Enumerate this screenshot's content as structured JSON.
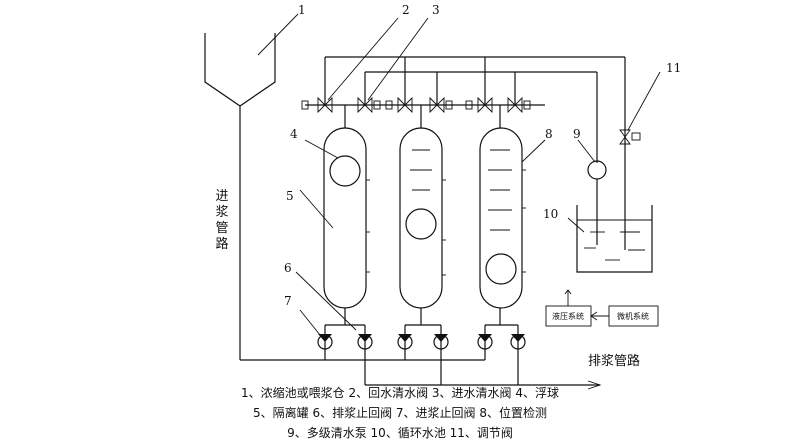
{
  "labels": {
    "n1": "1",
    "n2": "2",
    "n3": "3",
    "n4": "4",
    "n5": "5",
    "n6": "6",
    "n7": "7",
    "n8": "8",
    "n9": "9",
    "n10": "10",
    "n11": "11"
  },
  "pipes": {
    "inlet_label": "进浆管路",
    "outlet_label": "排浆管路"
  },
  "boxes": {
    "hydraulic": "液压系统",
    "computer": "微机系统"
  },
  "legend": {
    "line1": "1、浓缩池或喂浆仓   2、回水清水阀   3、进水清水阀   4、浮球",
    "line2": "5、隔离罐 6、排浆止回阀 7、进浆止回阀 8、位置检测",
    "line3": "9、多级清水泵 10、循环水池 11、调节阀"
  }
}
